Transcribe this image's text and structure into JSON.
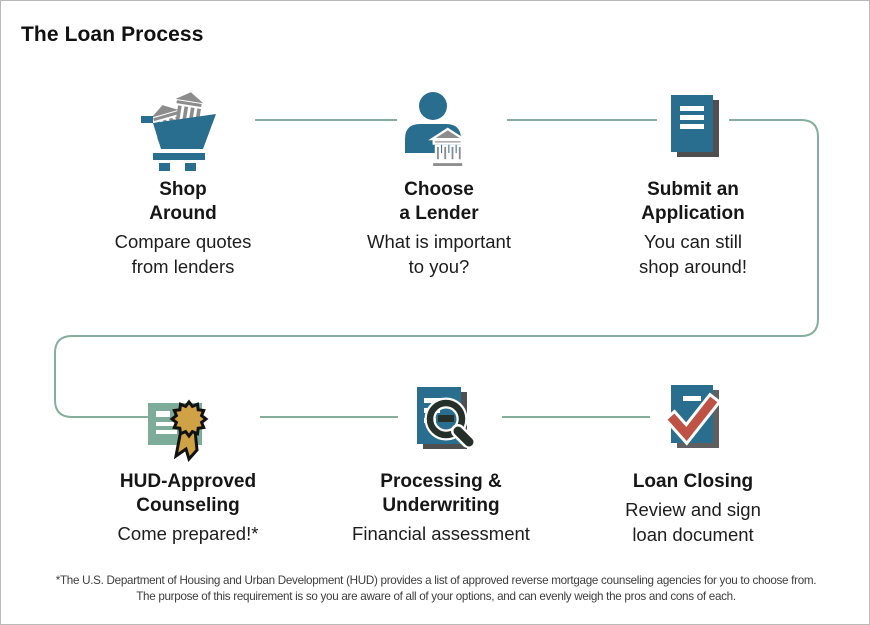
{
  "title": "The Loan Process",
  "colors": {
    "teal": "#2A6E8F",
    "sage_line": "#86AE9D",
    "certificate_green": "#7EAC9A",
    "gold": "#D0A246",
    "check_red": "#BE5244",
    "magnifier_dark": "#243029",
    "bank_gray": "#8C8C8C",
    "shadow_gray": "#4F4F4F",
    "text": "#161616",
    "footnote_text": "#3D3D3D"
  },
  "steps": [
    {
      "icon": "cart-with-bank-icon",
      "title": "Shop\nAround",
      "subtitle": "Compare quotes\nfrom lenders"
    },
    {
      "icon": "person-with-bank-icon",
      "title": "Choose\na Lender",
      "subtitle": "What is important\nto you?"
    },
    {
      "icon": "application-document-icon",
      "title": "Submit an\nApplication",
      "subtitle": "You can still\nshop around!"
    },
    {
      "icon": "certificate-ribbon-icon",
      "title": "HUD-Approved\nCounseling",
      "subtitle": "Come prepared!*"
    },
    {
      "icon": "document-magnifier-icon",
      "title": "Processing &\nUnderwriting",
      "subtitle": "Financial assessment"
    },
    {
      "icon": "document-checkmark-icon",
      "title": "Loan Closing",
      "subtitle": "Review and sign\nloan document"
    }
  ],
  "footnote": {
    "line1": "*The U.S. Department of Housing and Urban Development (HUD) provides a list of approved reverse mortgage counseling agencies for you to choose from.",
    "line2": "The purpose of this requirement is so you are aware of all of your options, and can evenly weigh the pros and cons of each."
  }
}
